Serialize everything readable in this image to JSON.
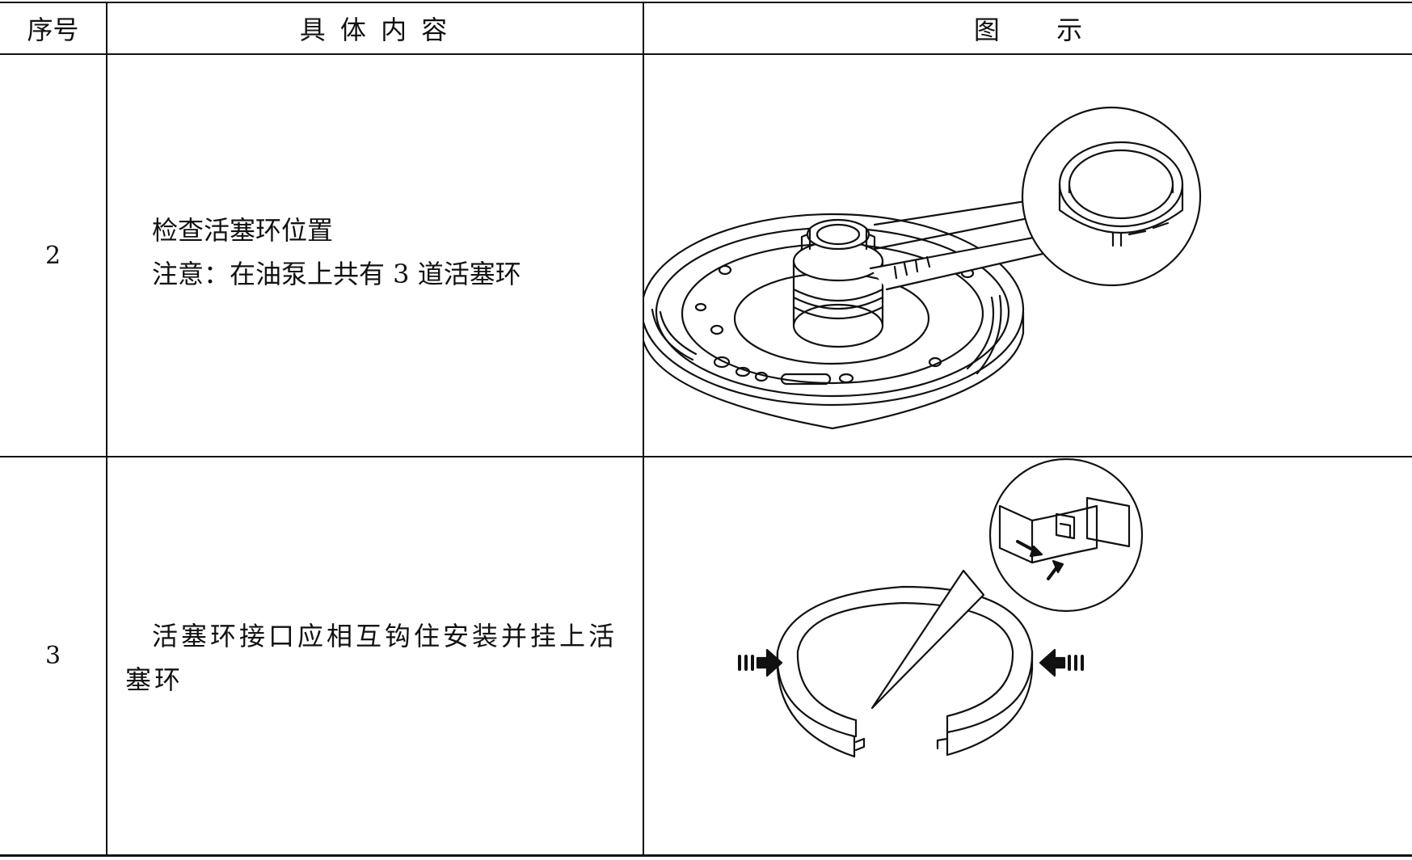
{
  "table": {
    "headers": {
      "index": "序号",
      "content": "具 体 内 容",
      "figure": "图 示"
    },
    "rows": [
      {
        "index": "2",
        "lines": [
          "检查活塞环位置",
          "注意：在油泵上共有 3 道活塞环"
        ],
        "figure_icon": "oil-pump-piston-rings-icon"
      },
      {
        "index": "3",
        "lines": [
          "活塞环接口应相互钩住安装并挂上活",
          "塞环"
        ],
        "figure_icon": "piston-ring-joint-icon"
      }
    ]
  }
}
